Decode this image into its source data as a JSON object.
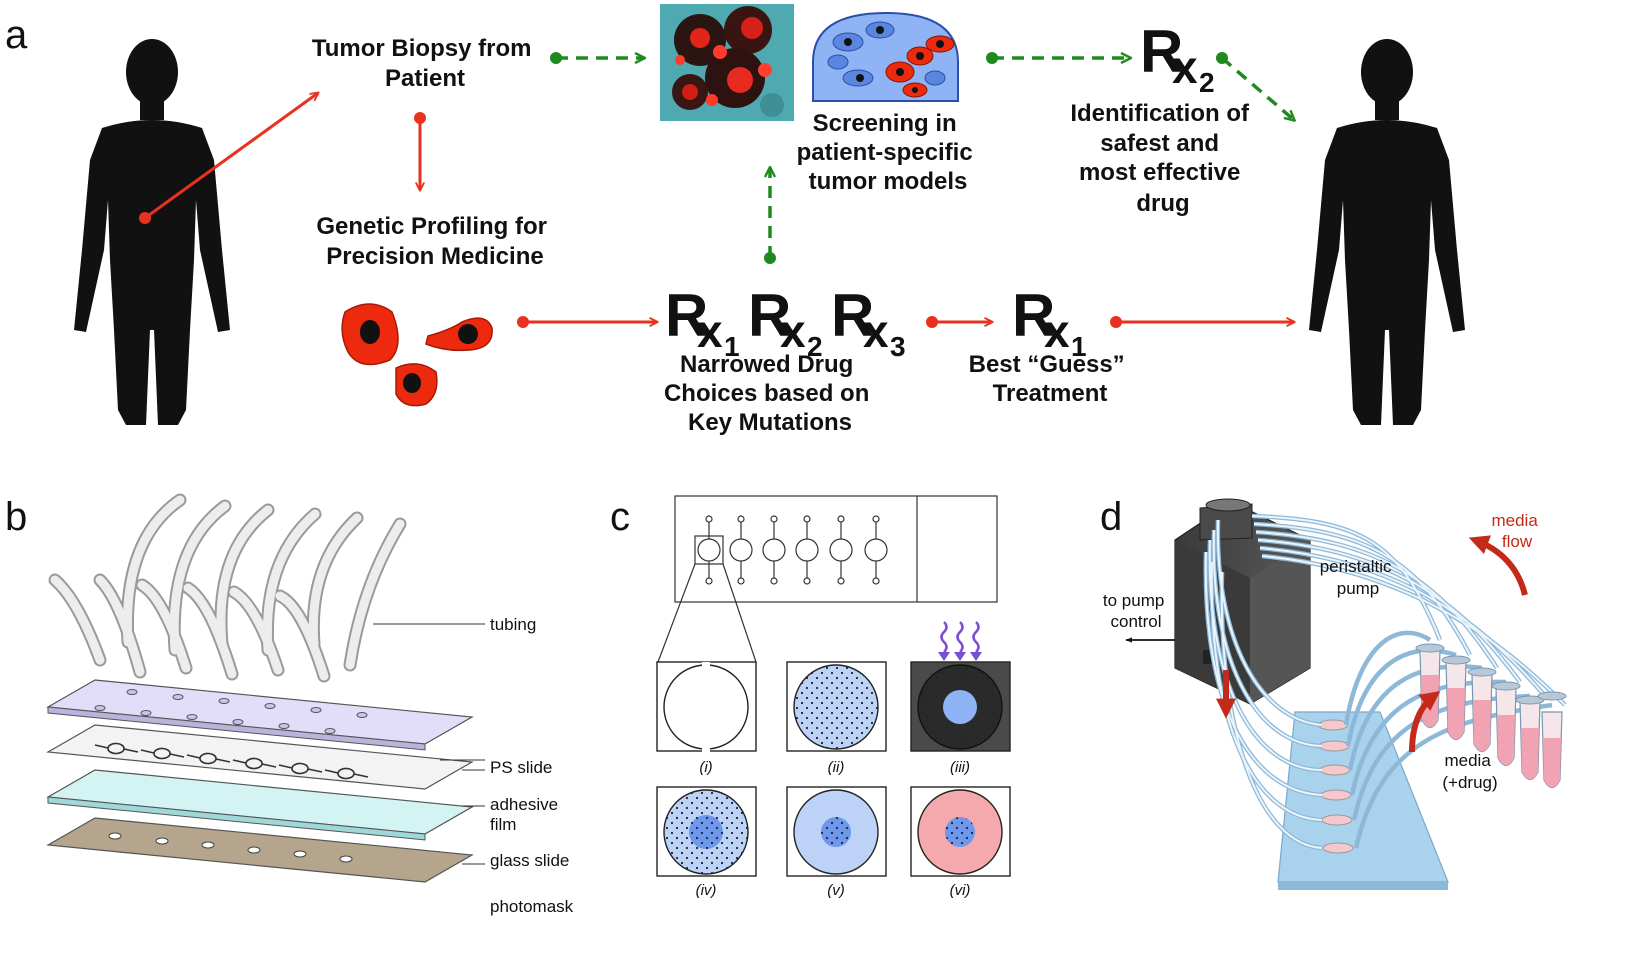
{
  "panel_a": {
    "letter": "a",
    "biopsy": [
      "Tumor Biopsy from",
      "Patient"
    ],
    "profiling": [
      "Genetic Profiling for",
      "Precision Medicine"
    ],
    "screening": [
      "Screening in",
      "patient-specific",
      "tumor models"
    ],
    "identification": [
      "Identification of",
      "safest and",
      "most effective",
      "drug"
    ],
    "narrowed": [
      "Narrowed Drug",
      "Choices based on",
      "Key Mutations"
    ],
    "best_guess": [
      "Best “Guess”",
      "Treatment"
    ],
    "rx_letter": "R",
    "rx_sub_letter": "x",
    "rx_top_sub": "2",
    "rx_choices": [
      "1",
      "2",
      "3"
    ],
    "rx_best_sub": "1"
  },
  "panel_b": {
    "letter": "b",
    "labels": {
      "tubing": "tubing",
      "ps_slide": "PS slide",
      "adhesive": [
        "adhesive",
        "film"
      ],
      "glass": "glass slide",
      "photomask": "photomask"
    }
  },
  "panel_c": {
    "letter": "c",
    "stages": [
      "(i)",
      "(ii)",
      "(iii)",
      "(iv)",
      "(v)",
      "(vi)"
    ]
  },
  "panel_d": {
    "letter": "d",
    "labels": {
      "pump": [
        "peristaltic",
        "pump"
      ],
      "control": [
        "to pump",
        "control"
      ],
      "flow": [
        "media",
        "flow"
      ],
      "media": [
        "media",
        "(+drug)"
      ]
    }
  },
  "colors": {
    "red_arrow": "#e8311f",
    "green_arrow": "#1f8a1f",
    "cell_red": "#ee2a0e",
    "model_blue": "#8fb4f5",
    "flow_red": "#c42a1a",
    "stage_blue": "#bcd3f7",
    "stage_pink": "#f5a9ad",
    "stage_dark": "#4a4a4a"
  }
}
